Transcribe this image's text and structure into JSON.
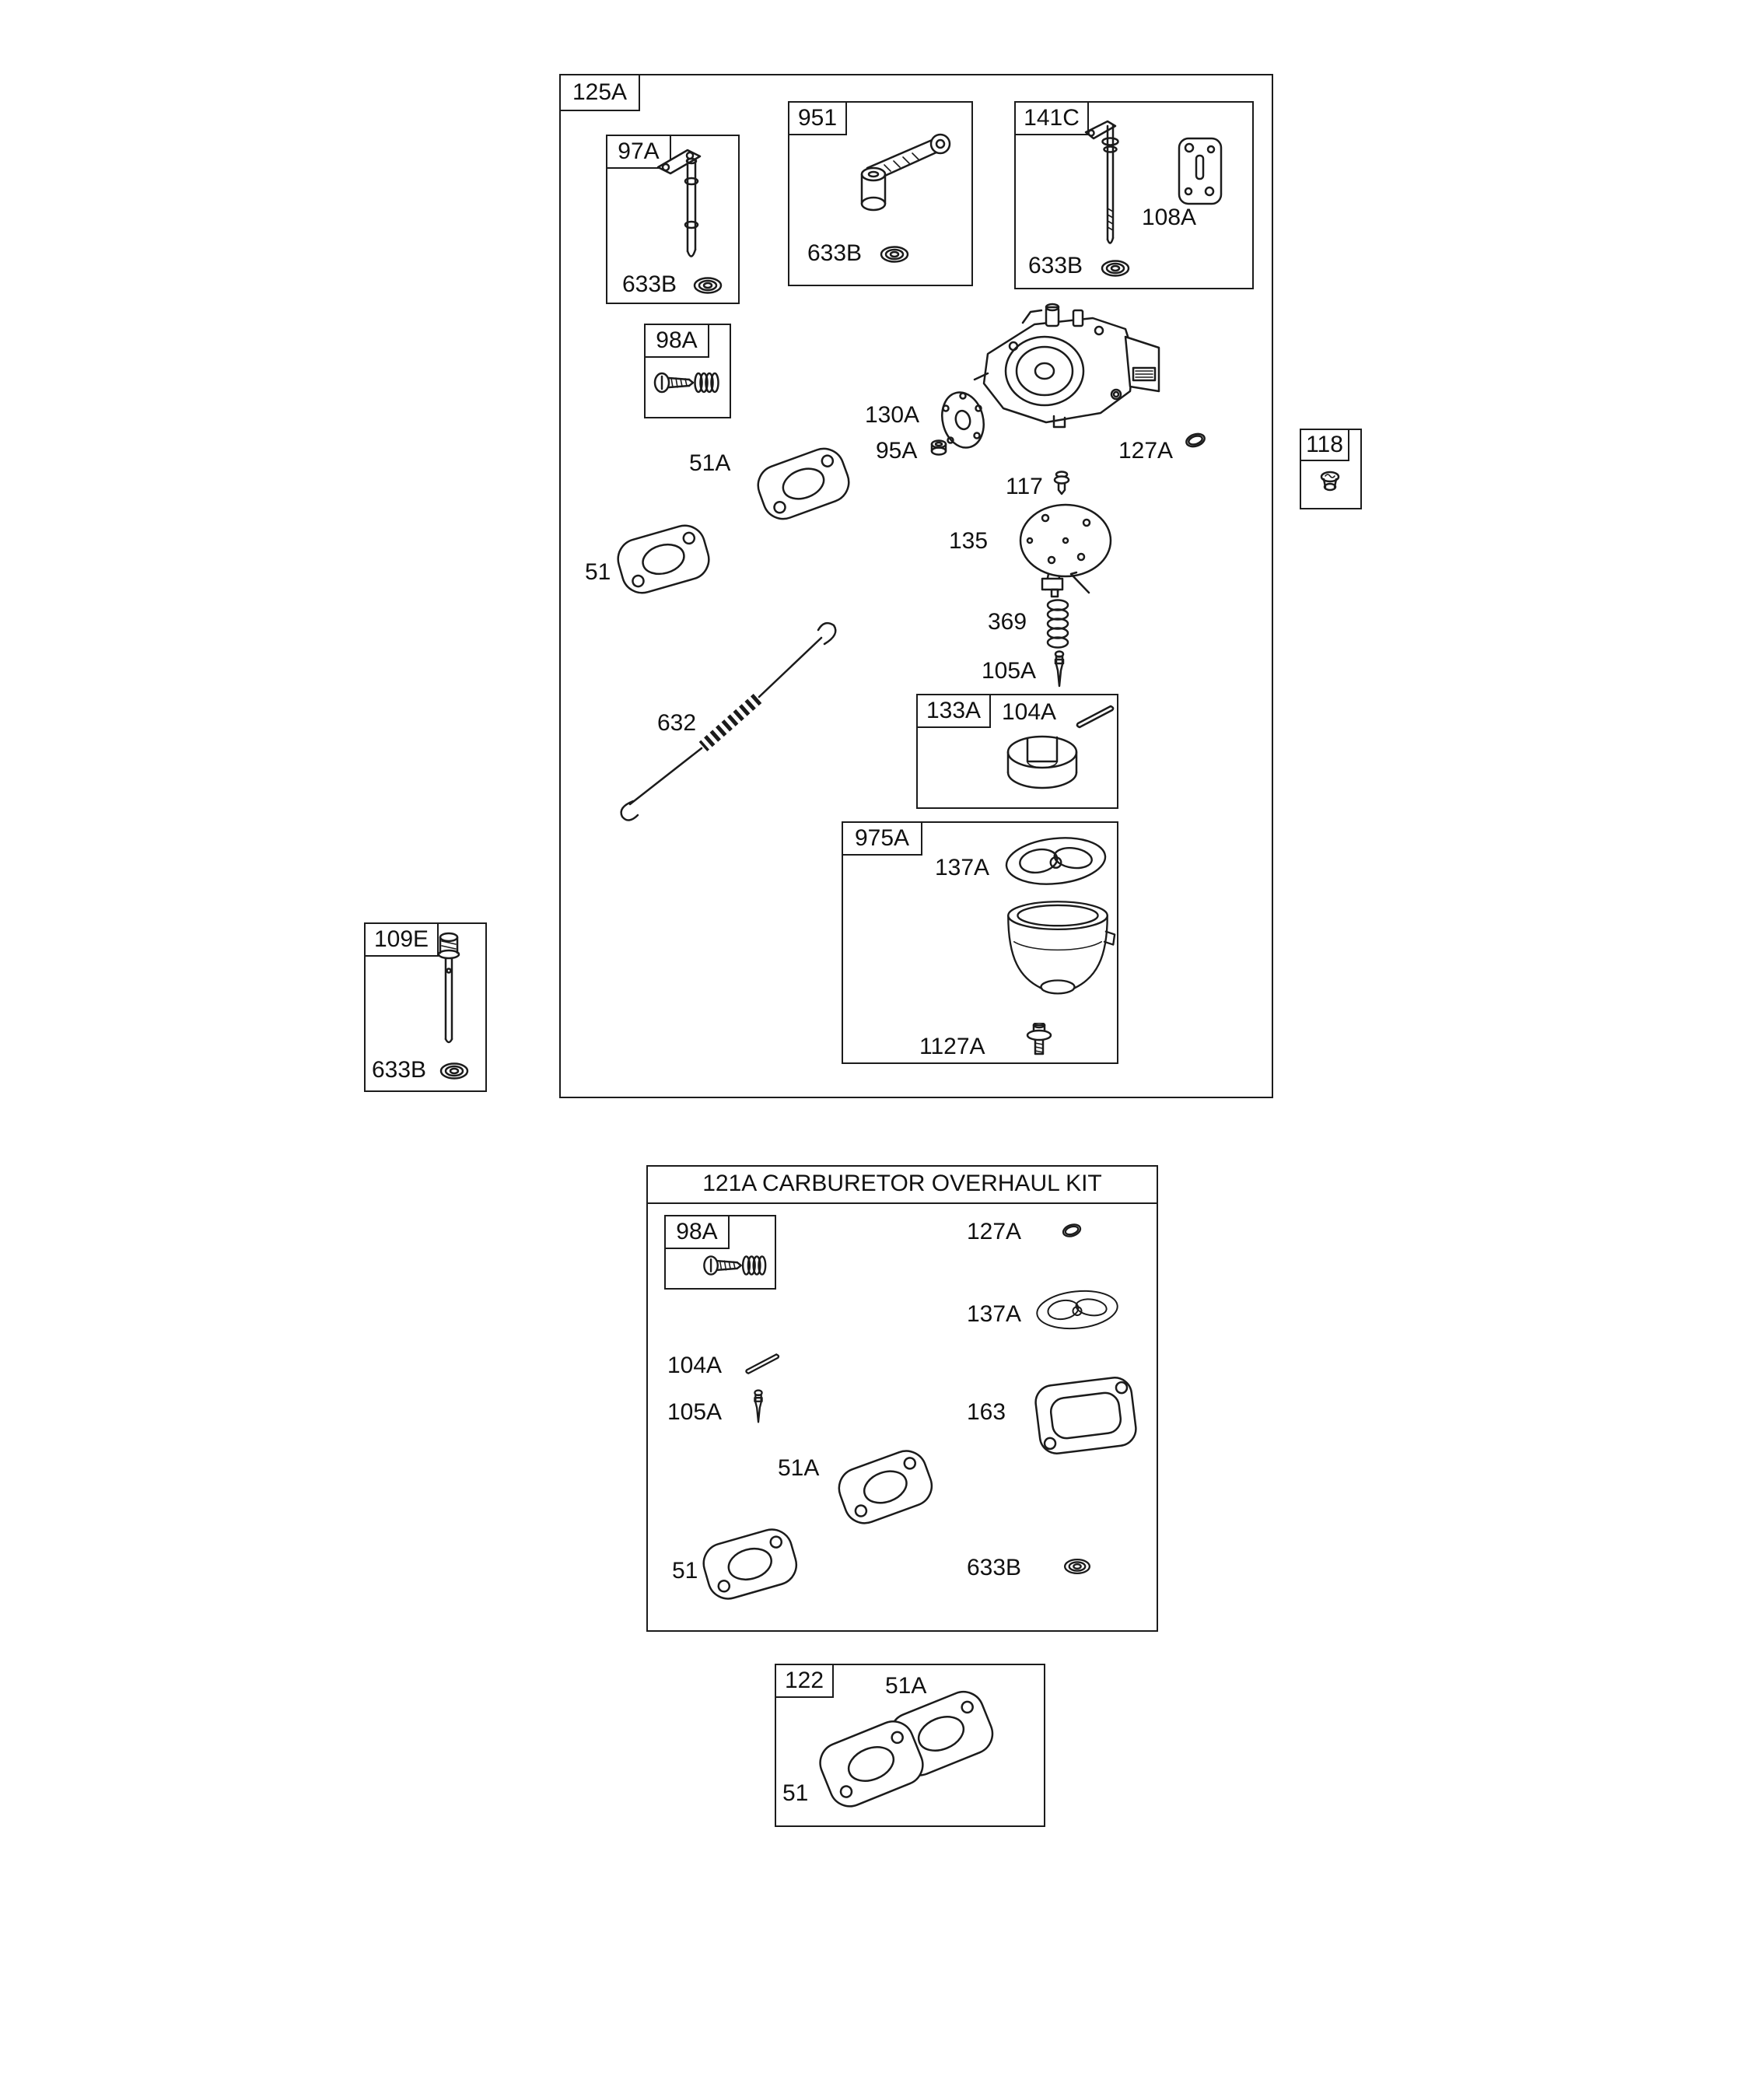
{
  "diagram": {
    "main_box": {
      "label": "125A"
    },
    "box_97a": {
      "label": "97A",
      "washer": "633B"
    },
    "box_951": {
      "label": "951",
      "washer": "633B"
    },
    "box_141c": {
      "label": "141C",
      "plate": "108A",
      "washer": "633B"
    },
    "box_98a": {
      "label": "98A"
    },
    "carb": {
      "cover_plate": "130A",
      "nut": "95A",
      "oring": "127A",
      "seat": "117",
      "float_plate": "135",
      "spring": "369",
      "needle": "105A",
      "link_spring": "632",
      "gasket_upper": "51A",
      "gasket_lower": "51"
    },
    "box_133a": {
      "label": "133A",
      "pin": "104A"
    },
    "box_975a": {
      "label": "975A",
      "gasket": "137A",
      "screw": "1127A"
    },
    "box_118": {
      "label": "118"
    },
    "box_109e": {
      "label": "109E",
      "washer": "633B"
    },
    "overhaul_kit": {
      "title": "121A CARBURETOR OVERHAUL KIT",
      "box_98a": "98A",
      "oring": "127A",
      "bowl_gasket": "137A",
      "pin": "104A",
      "needle": "105A",
      "body_gasket": "163",
      "gasket_upper": "51A",
      "gasket_lower": "51",
      "washer": "633B"
    },
    "box_122": {
      "label": "122",
      "gasket_upper": "51A",
      "gasket_lower": "51"
    }
  }
}
